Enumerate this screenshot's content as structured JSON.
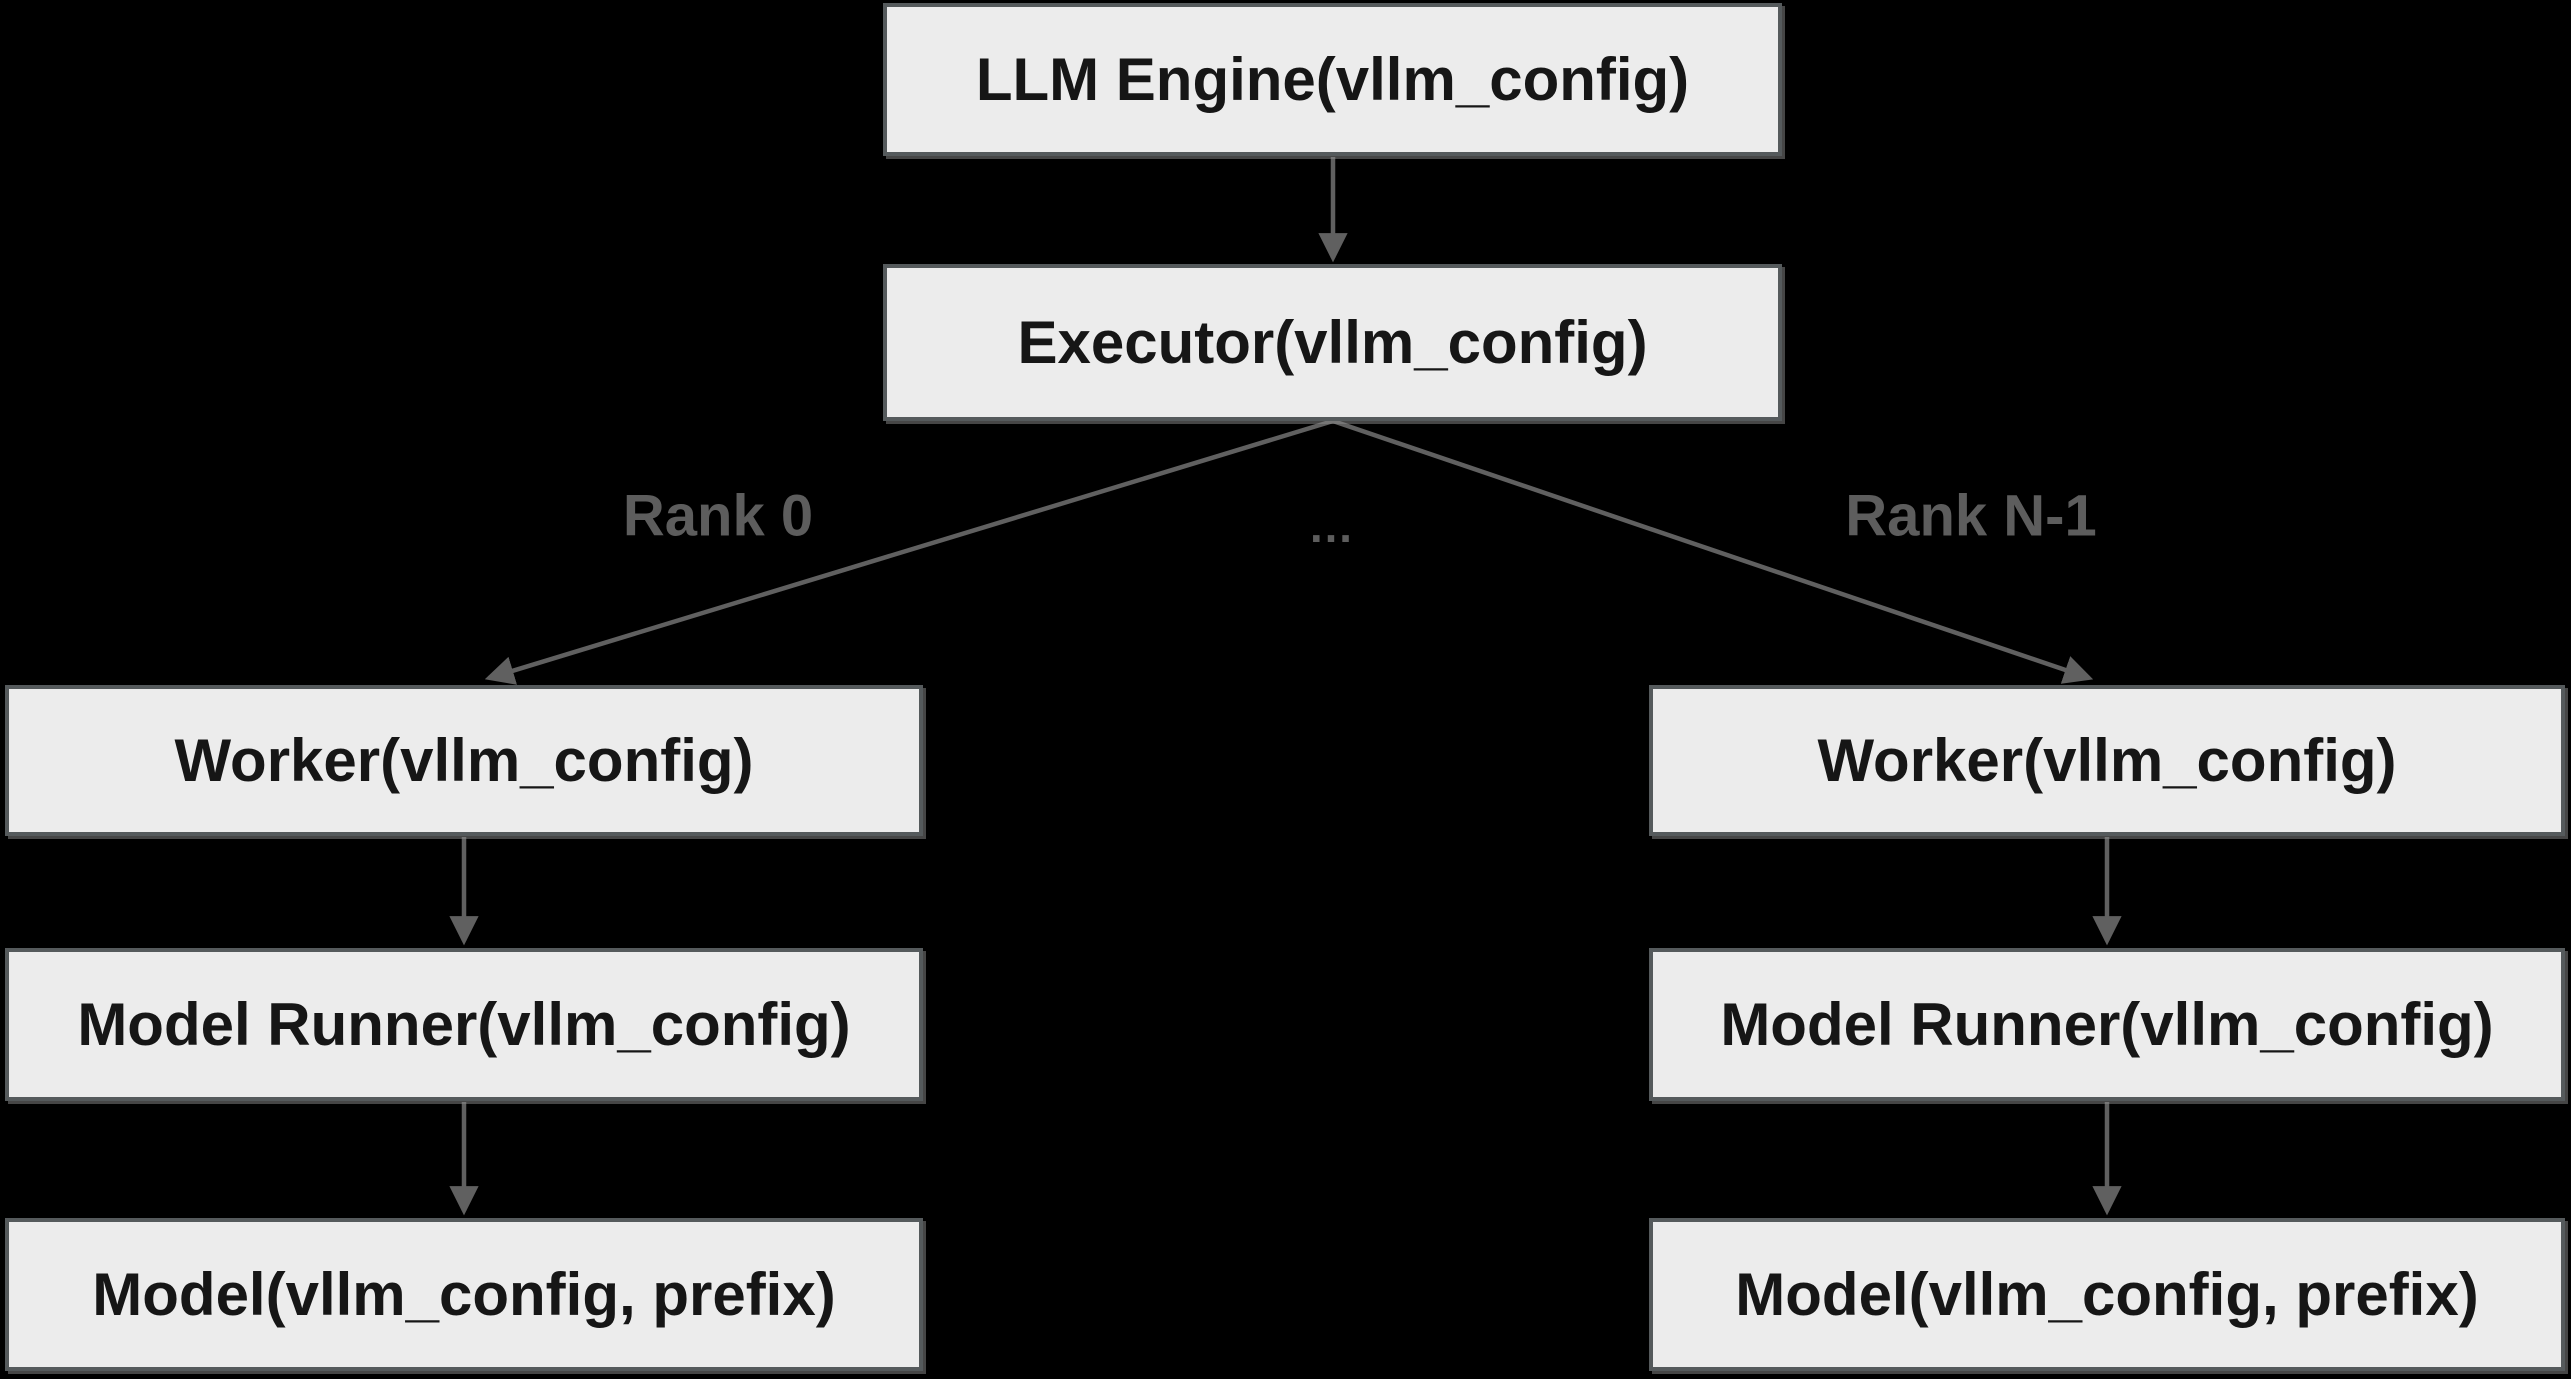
{
  "diagram": {
    "type": "flowchart",
    "nodes": {
      "llm_engine": {
        "label": "LLM Engine(vllm_config)"
      },
      "executor": {
        "label": "Executor(vllm_config)"
      },
      "worker_left": {
        "label": "Worker(vllm_config)"
      },
      "model_runner_left": {
        "label": "Model Runner(vllm_config)"
      },
      "model_left": {
        "label": "Model(vllm_config, prefix)"
      },
      "worker_right": {
        "label": "Worker(vllm_config)"
      },
      "model_runner_right": {
        "label": "Model Runner(vllm_config)"
      },
      "model_right": {
        "label": "Model(vllm_config, prefix)"
      }
    },
    "edge_labels": {
      "rank_0": "Rank 0",
      "ellipsis": "…",
      "rank_n_1": "Rank N-1"
    },
    "colors": {
      "background": "#000000",
      "node_fill": "#ececec",
      "node_border": "#555a5c",
      "node_text": "#161616",
      "edge": "#606060",
      "edge_label": "#5d5d5d"
    }
  }
}
